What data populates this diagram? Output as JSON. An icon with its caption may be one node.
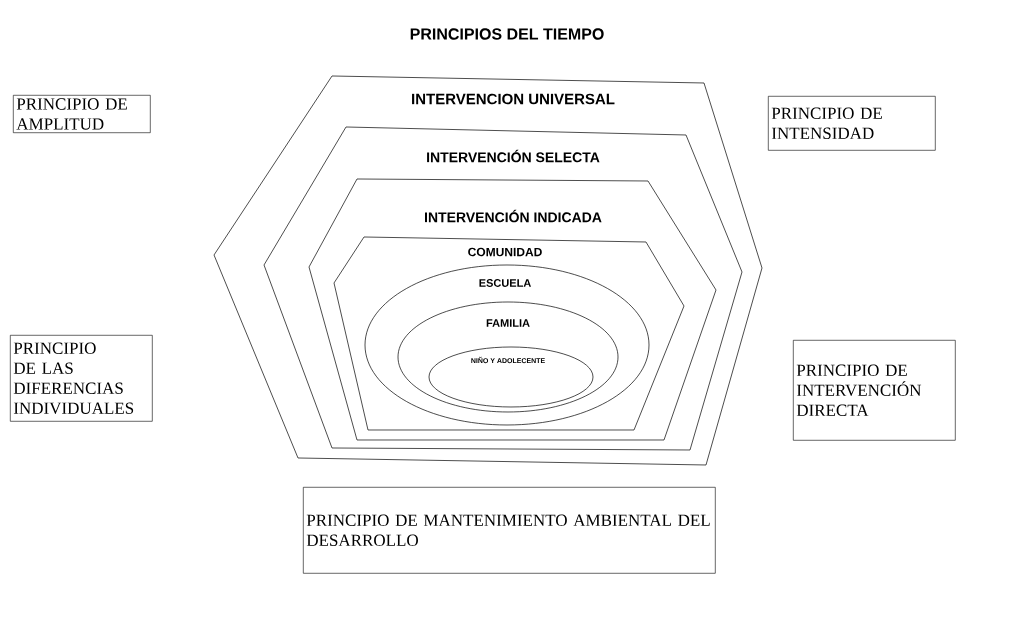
{
  "diagram": {
    "title": "PRINCIPIOS DEL TIEMPO",
    "nodes": [
      {
        "text": [
          "INTERVENCION UNIVERSAL"
        ]
      },
      {
        "text": [
          "INTERVENCIÓN SELECTA"
        ],
        "in": 0
      },
      {
        "text": [
          "INTERVENCIÓN INDICADA"
        ],
        "in": 1
      },
      {
        "text": [
          "COMUNIDAD"
        ],
        "in": 2
      },
      {
        "text": [
          "ESCUELA"
        ],
        "in": 3
      },
      {
        "text": [
          "FAMILIA"
        ],
        "in": 4
      },
      {
        "text": [
          "NIÑO Y ADOLECENTE"
        ],
        "in": 5
      },
      {
        "text": [
          "PRINCIPIO DE AMPLITUD"
        ]
      },
      {
        "text": [
          "PRINCIPIO DE INTENSIDAD"
        ]
      },
      {
        "text": [
          "PRINCIPIO DE LAS DIFERENCIAS INDIVIDUALES"
        ]
      },
      {
        "text": [
          "PRINCIPIO DE INTERVENCIÓN DIRECTA"
        ]
      },
      {
        "text": [
          "PRINCIPIO DE MANTENIMIENTO AMBIENTAL DEL DESARROLLO"
        ]
      }
    ]
  }
}
